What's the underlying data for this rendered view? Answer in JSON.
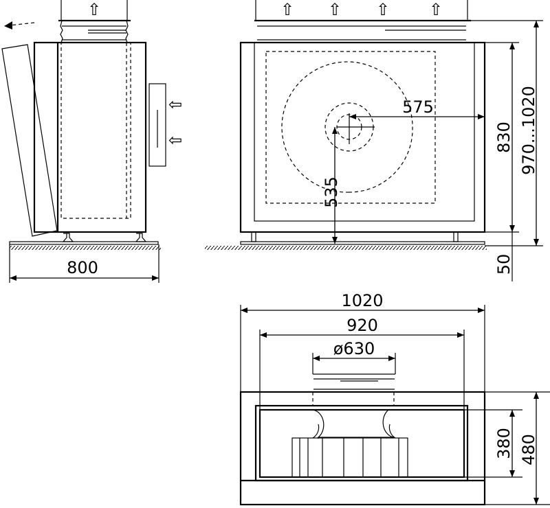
{
  "drawing": {
    "side_view": {
      "width_label": "800"
    },
    "front_view": {
      "offset_horizontal_label": "575",
      "offset_vertical_label": "535",
      "body_height_label": "830",
      "total_height_label": "970...1020",
      "foot_height_label": "50"
    },
    "top_view": {
      "outer_width_label": "1020",
      "inner_width_label": "920",
      "duct_diameter_label": "ø630",
      "inner_height_label": "380",
      "outer_height_label": "480"
    },
    "airflow_arrow_glyph": "⇧",
    "inlet_arrow_glyph": "⇦"
  }
}
